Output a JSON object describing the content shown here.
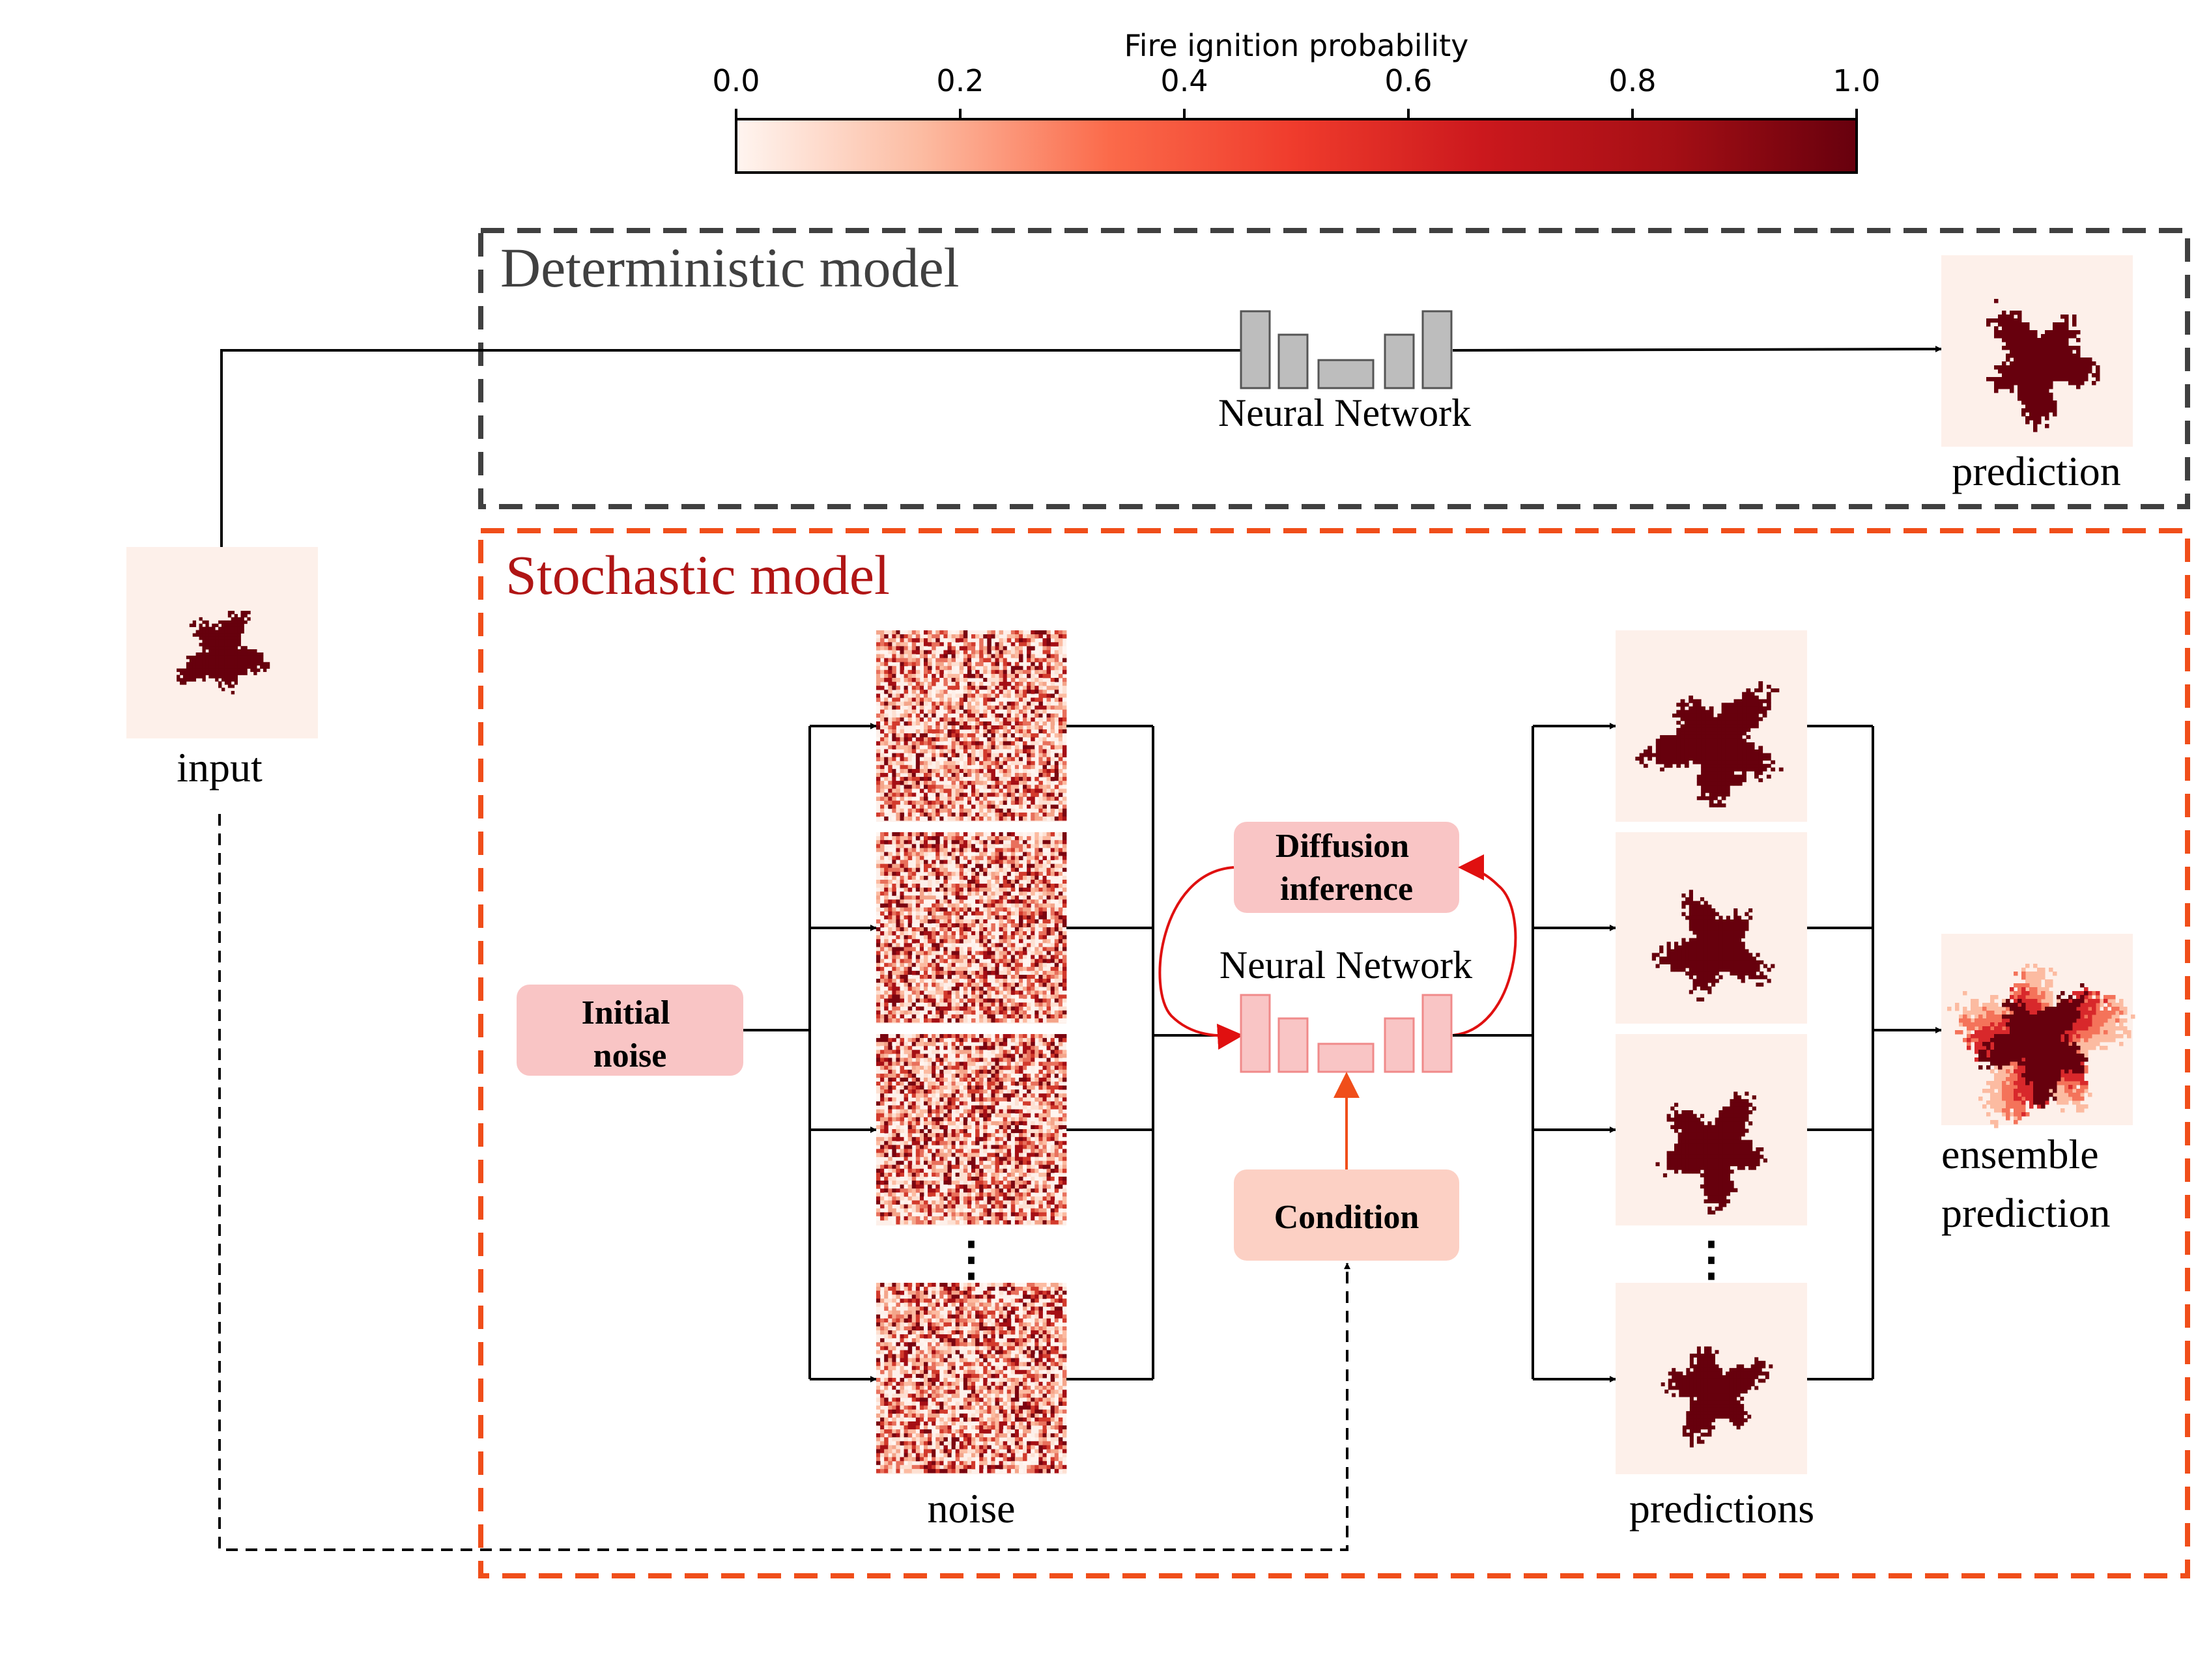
{
  "colorbar": {
    "title": "Fire ignition probability",
    "ticks": [
      "0.0",
      "0.2",
      "0.4",
      "0.6",
      "0.8",
      "1.0"
    ],
    "colors": [
      "#fff5f0",
      "#fcbba1",
      "#fb6a4a",
      "#ef3b2c",
      "#cb181d",
      "#a50f15",
      "#67000d"
    ]
  },
  "deterministic": {
    "title": "Deterministic model",
    "network_label": "Neural Network",
    "output_label": "prediction",
    "border_color": "#404040"
  },
  "input": {
    "label": "input"
  },
  "stochastic": {
    "title": "Stochastic model",
    "title_color": "#b01515",
    "border_color": "#f04e1a",
    "initial_noise": "Initial noise",
    "initial_noise_lines": [
      "Initial",
      "noise"
    ],
    "noise_label": "noise",
    "diffusion": "Diffusion inference",
    "diffusion_lines": [
      "Diffusion",
      "inference"
    ],
    "network_label": "Neural Network",
    "condition": "Condition",
    "predictions_label": "predictions",
    "ensemble": "ensemble prediction",
    "ensemble_lines": [
      "ensemble",
      "prediction"
    ],
    "ellipsis": "⋮"
  }
}
